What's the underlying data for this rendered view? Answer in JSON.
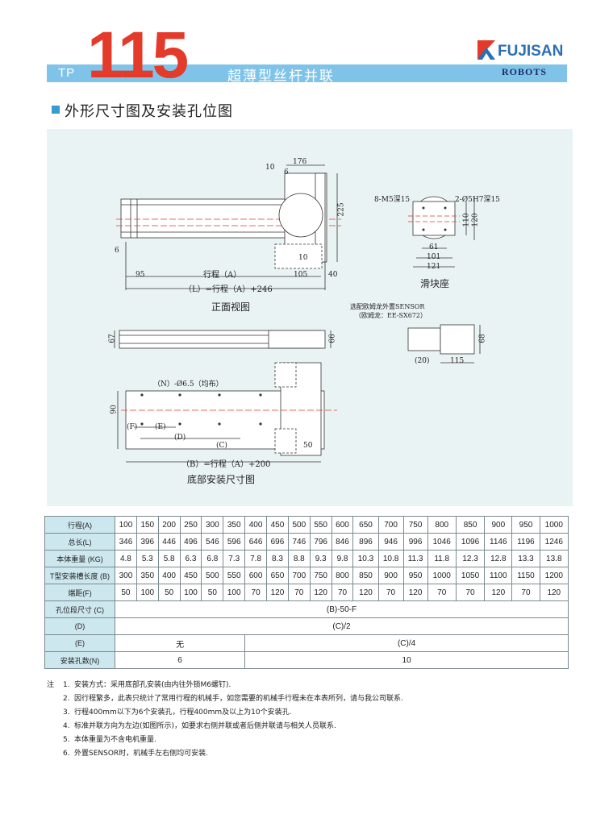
{
  "header": {
    "series_prefix": "TP",
    "model_number": "115",
    "subtitle": "超薄型丝杆并联",
    "brand": "FUJISAN",
    "brand_sub": "ROBOTS",
    "colors": {
      "bar": "#7fc4e8",
      "model": "#e33a2a",
      "brand": "#2a6fb5"
    }
  },
  "section_title": "外形尺寸图及安装孔位图",
  "drawing": {
    "front_view": {
      "caption": "正面视图",
      "dims": [
        "176",
        "10",
        "6",
        "225",
        "6",
        "95",
        "行程（A）",
        "105",
        "40",
        "10",
        "（L）=行程（A）+246"
      ]
    },
    "slider": {
      "caption": "滑块座",
      "dims": [
        "8-M5深15",
        "2-Ø5H7深15",
        "110",
        "120",
        "61",
        "101",
        "121"
      ]
    },
    "sensor": {
      "note_line1": "选配欧姆龙外置SENSOR",
      "note_line2": "（欧姆龙：EE-SX672）",
      "dims": [
        "68",
        "(20)",
        "115"
      ]
    },
    "top_view": {
      "dims": [
        "67",
        "66"
      ]
    },
    "bottom_view": {
      "caption": "底部安装尺寸图",
      "dims": [
        "（N）-Ø6.5（均布）",
        "90",
        "(F)",
        "(E)",
        "(D)",
        "(C)",
        "50",
        "（B）=行程（A）+200"
      ]
    }
  },
  "table": {
    "headers": [
      "行程(A)",
      "100",
      "150",
      "200",
      "250",
      "300",
      "350",
      "400",
      "450",
      "500",
      "550",
      "600",
      "650",
      "700",
      "750",
      "800",
      "850",
      "900",
      "950",
      "1000"
    ],
    "rows": [
      {
        "label": "总长(L)",
        "values": [
          "346",
          "396",
          "446",
          "496",
          "546",
          "596",
          "646",
          "696",
          "746",
          "796",
          "846",
          "896",
          "946",
          "996",
          "1046",
          "1096",
          "1146",
          "1196",
          "1246"
        ]
      },
      {
        "label": "本体重量 (KG)",
        "values": [
          "4.8",
          "5.3",
          "5.8",
          "6.3",
          "6.8",
          "7.3",
          "7.8",
          "8.3",
          "8.8",
          "9.3",
          "9.8",
          "10.3",
          "10.8",
          "11.3",
          "11.8",
          "12.3",
          "12.8",
          "13.3",
          "13.8"
        ]
      },
      {
        "label": "T型安装槽长度 (B)",
        "values": [
          "300",
          "350",
          "400",
          "450",
          "500",
          "550",
          "600",
          "650",
          "700",
          "750",
          "800",
          "850",
          "900",
          "950",
          "1000",
          "1050",
          "1100",
          "1150",
          "1200"
        ]
      },
      {
        "label": "端距(F)",
        "values": [
          "50",
          "100",
          "50",
          "100",
          "50",
          "100",
          "70",
          "120",
          "70",
          "120",
          "70",
          "120",
          "70",
          "120",
          "70",
          "70",
          "120",
          "70",
          "120"
        ]
      }
    ],
    "row_c": {
      "label": "孔位段尺寸 (C)",
      "value": "(B)-50-F"
    },
    "row_d": {
      "label": "(D)",
      "value": "(C)/2"
    },
    "row_e": {
      "label": "(E)",
      "value_left": "无",
      "value_right": "(C)/4"
    },
    "row_n": {
      "label": "安装孔数(N)",
      "value_left": "6",
      "value_right": "10"
    }
  },
  "notes": {
    "label": "注",
    "items": [
      {
        "num": "1.",
        "text": "安装方式：采用底部孔安装(由内往外锁M6螺钉)."
      },
      {
        "num": "2.",
        "text": "因行程繁多，此表只统计了常用行程的机械手，如您需要的机械手行程未在本表所列，请与我公司联系."
      },
      {
        "num": "3.",
        "text": "行程400mm以下为6个安装孔，行程400mm及以上为10个安装孔."
      },
      {
        "num": "4.",
        "text": "标准并联方向为左边(如图所示)，如要求右侧并联或者后侧并联请与相关人员联系."
      },
      {
        "num": "5.",
        "text": "本体重量为不含电机重量."
      },
      {
        "num": "6.",
        "text": "外置SENSOR时，机械手左右侧均可安装."
      }
    ]
  }
}
